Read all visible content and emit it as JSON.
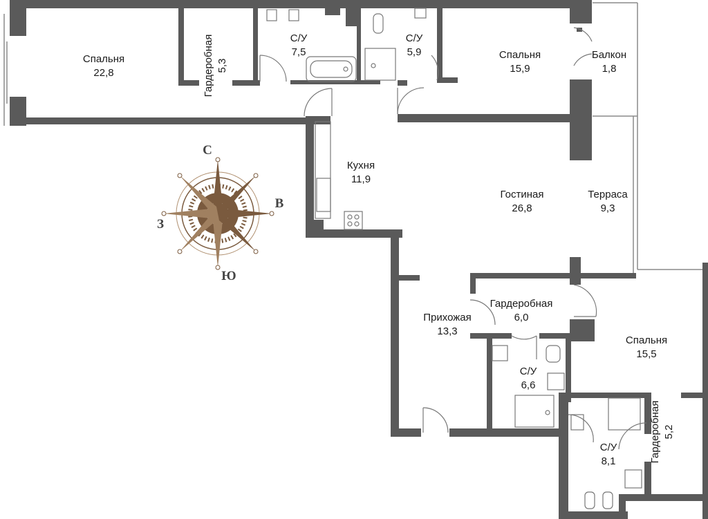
{
  "rooms": [
    {
      "id": "bedroom-1",
      "name": "Спальня",
      "area": "22,8"
    },
    {
      "id": "wardrobe-1",
      "name": "Гардеробная",
      "area": "5,3"
    },
    {
      "id": "bathroom-1",
      "name": "С/У",
      "area": "7,5"
    },
    {
      "id": "bathroom-2",
      "name": "С/У",
      "area": "5,9"
    },
    {
      "id": "bedroom-2",
      "name": "Спальня",
      "area": "15,9"
    },
    {
      "id": "balcony",
      "name": "Балкон",
      "area": "1,8"
    },
    {
      "id": "kitchen",
      "name": "Кухня",
      "area": "11,9"
    },
    {
      "id": "living-room",
      "name": "Гостиная",
      "area": "26,8"
    },
    {
      "id": "terrace",
      "name": "Терраса",
      "area": "9,3"
    },
    {
      "id": "wardrobe-2",
      "name": "Гардеробная",
      "area": "6,0"
    },
    {
      "id": "hallway",
      "name": "Прихожая",
      "area": "13,3"
    },
    {
      "id": "bedroom-3",
      "name": "Спальня",
      "area": "15,5"
    },
    {
      "id": "bathroom-3",
      "name": "С/У",
      "area": "6,6"
    },
    {
      "id": "wardrobe-3",
      "name": "Гардеробная",
      "area": "5,2"
    },
    {
      "id": "bathroom-4",
      "name": "С/У",
      "area": "8,1"
    }
  ],
  "compass": {
    "north": "С",
    "east": "В",
    "south": "Ю",
    "west": "З"
  },
  "colors": {
    "wall": "#5a5a5a",
    "thin_line": "#777777",
    "compass": "#7a5a3e",
    "text": "#1a1a1a"
  }
}
